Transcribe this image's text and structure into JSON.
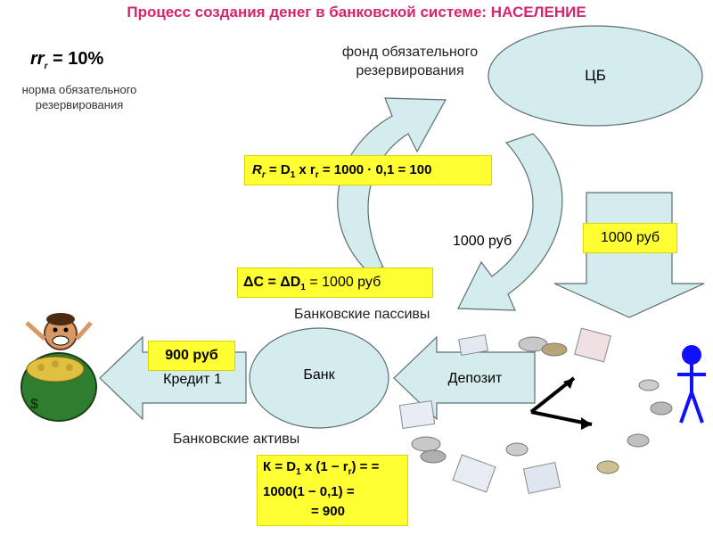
{
  "title": "Процесс создания денег в банковской системе: НАСЕЛЕНИЕ",
  "reserve_rate": {
    "value_prefix": "rr",
    "value_sub": "r",
    "value_suffix": " = 10%",
    "caption": "норма обязательного резервирования"
  },
  "central_bank": {
    "fund_label": "фонд обязательного резервирования",
    "name": "ЦБ"
  },
  "formulas": {
    "reserves": "R = D x r = 1000 · 0,1 = 100",
    "reserves_parts": {
      "a": "R",
      "a_sub": "r",
      "b": " = D",
      "b_sub": "1",
      "c": " x r",
      "c_sub": "r",
      "d": " = 1000 · 0,1 = 100"
    },
    "delta_c": "ΔC = ΔD1 = 1000 руб",
    "delta_parts": {
      "a": "ΔС = ΔD",
      "a_sub": "1",
      "b": " = 1000 руб"
    },
    "credit": {
      "line1_a": "К = D",
      "line1_sub": "1",
      "line1_b": " x (1 − r",
      "line1_sub2": "r",
      "line1_c": ") = =",
      "line2": "1000(1 − 0,1) =",
      "line3": "= 900"
    }
  },
  "labels": {
    "amount_flow": "1000 руб",
    "amount_box": "1000 руб",
    "liabilities": "Банковские пассивы",
    "assets": "Банковские активы",
    "bank": "Банк",
    "deposit": "Депозит",
    "credit": "Кредит 1",
    "credit_amount": "900 руб"
  },
  "colors": {
    "title": "#d6246e",
    "highlight": "#ffff33",
    "shape_fill": "#d4ecee",
    "shape_stroke": "#5a6e70",
    "person": "#1010ff"
  },
  "icons": [
    "money-bag-person-icon",
    "coins-and-clock-icon",
    "stick-person-icon"
  ]
}
